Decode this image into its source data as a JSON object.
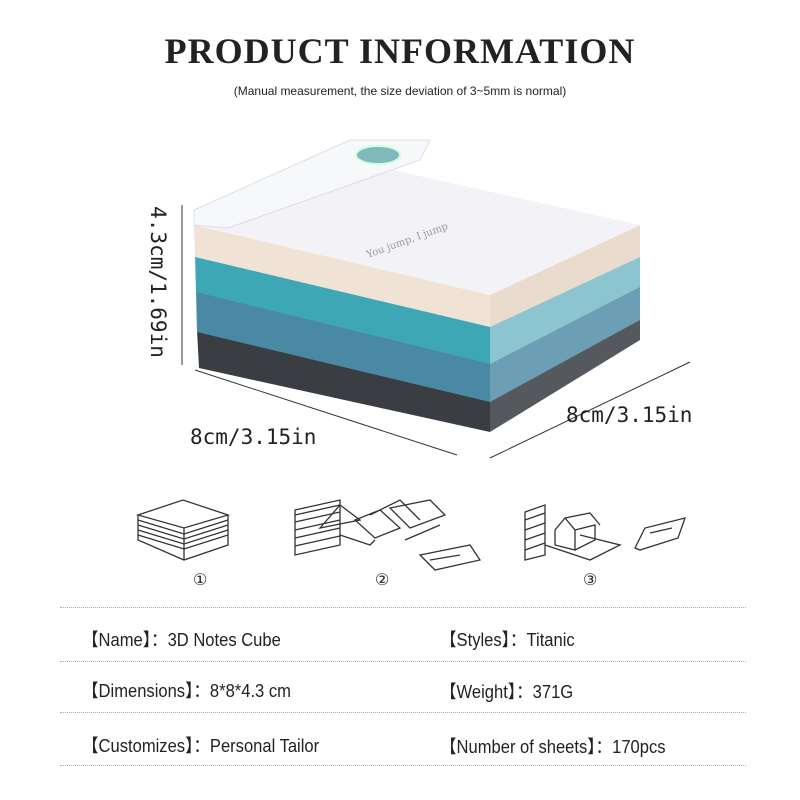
{
  "title": "PRODUCT INFORMATION",
  "subtitle": "(Manual measurement, the size deviation of 3~5mm is normal)",
  "product_image": {
    "inscription": "You jump, I jump",
    "height_label": "4.3cm/1.69in",
    "width_label": "8cm/3.15in",
    "depth_label": "8cm/3.15in"
  },
  "steps": [
    "①",
    "②",
    "③"
  ],
  "specs": [
    {
      "label": "【Name】：",
      "value": "3D Notes Cube"
    },
    {
      "label": "【Styles】：",
      "value": "Titanic"
    },
    {
      "label": "【Dimensions】：",
      "value": "8*8*4.3 cm"
    },
    {
      "label": "【Weight】：",
      "value": "371G"
    },
    {
      "label": "【Customizes】：",
      "value": "Personal Tailor"
    },
    {
      "label": "【Number of sheets】：",
      "value": "170pcs"
    }
  ],
  "colors": {
    "teal": "#4fa9b8",
    "blue": "#3f7f9b",
    "dark": "#3a3d42",
    "cream": "#f1e2d6"
  }
}
